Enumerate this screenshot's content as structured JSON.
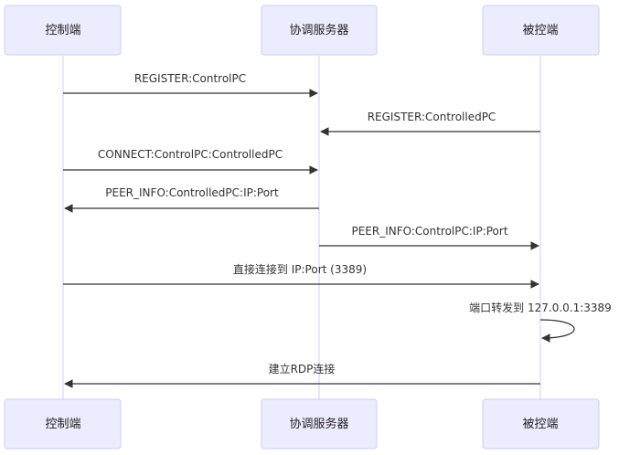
{
  "participants": [
    {
      "id": "client",
      "label": "控制端"
    },
    {
      "id": "server",
      "label": "协调服务器"
    },
    {
      "id": "controlled",
      "label": "被控端"
    }
  ],
  "messages": [
    {
      "from": "client",
      "to": "server",
      "text": "REGISTER:ControlPC"
    },
    {
      "from": "controlled",
      "to": "server",
      "text": "REGISTER:ControlledPC"
    },
    {
      "from": "client",
      "to": "server",
      "text": "CONNECT:ControlPC:ControlledPC"
    },
    {
      "from": "server",
      "to": "client",
      "text": "PEER_INFO:ControlledPC:IP:Port"
    },
    {
      "from": "server",
      "to": "controlled",
      "text": "PEER_INFO:ControlPC:IP:Port"
    },
    {
      "from": "client",
      "to": "controlled",
      "text": "直接连接到 IP:Port (3389)"
    },
    {
      "from": "controlled",
      "to": "controlled",
      "text": "端口转发到 127.0.0.1:3389"
    },
    {
      "from": "controlled",
      "to": "client",
      "text": "建立RDP连接"
    }
  ]
}
